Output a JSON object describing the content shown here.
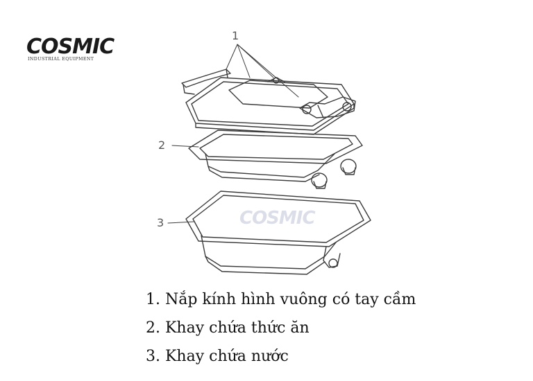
{
  "logo": {
    "text": "COSMIC",
    "subtitle": "INDUSTRIAL EQUIPMENT",
    "accent": "#d6402b",
    "accent_secondary": "#1e4fa8"
  },
  "watermark": {
    "text": "COSMIC"
  },
  "callouts": [
    "1",
    "2",
    "3"
  ],
  "legend": [
    "1. Nắp kính hình vuông có tay cầm",
    "2. Khay chứa thức ăn",
    "3. Khay chứa nước"
  ],
  "colors": {
    "line": "#3a3a3a",
    "text": "#111111"
  }
}
